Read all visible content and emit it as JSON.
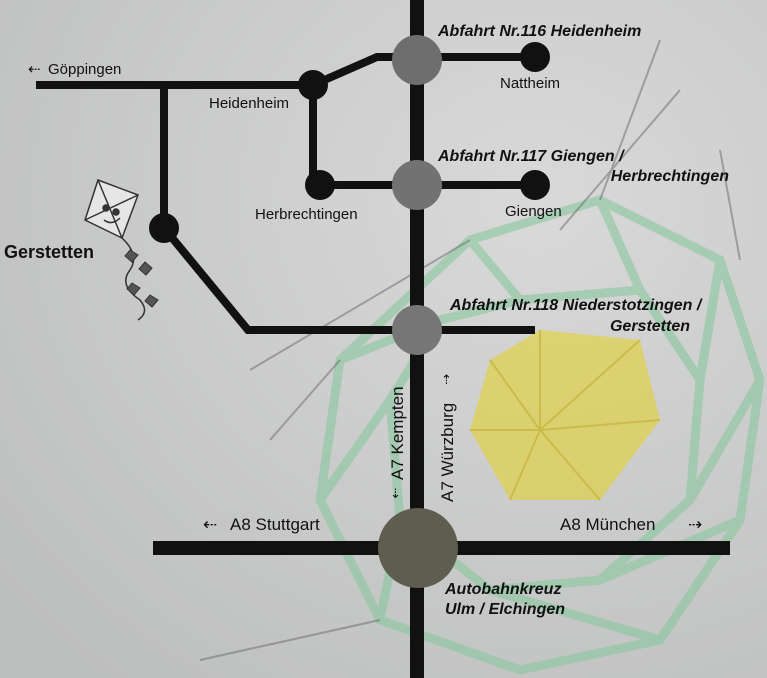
{
  "places": {
    "goppingen": "Göppingen",
    "heidenheim": "Heidenheim",
    "nattheim": "Nattheim",
    "herbrechtingen": "Herbrechtingen",
    "giengen": "Giengen",
    "gerstetten": "Gerstetten"
  },
  "exits": {
    "exit116": "Abfahrt Nr.116 Heidenheim",
    "exit117_line1": "Abfahrt Nr.117 Giengen /",
    "exit117_line2": "Herbrechtingen",
    "exit118_line1": "Abfahrt Nr.118 Niederstotzingen /",
    "exit118_line2": "Gerstetten",
    "kreuz_line1": "Autobahnkreuz",
    "kreuz_line2": "Ulm / Elchingen"
  },
  "directions": {
    "a7_south": "A7 Kempten",
    "a7_north": "A7 Würzburg",
    "a8_west": "A8 Stuttgart",
    "a8_east": "A8 München"
  },
  "colors": {
    "road": "#111111",
    "junction": "#6e6e6e",
    "background": "#d0d1d1",
    "kite_yellow": "#e2d13a",
    "kite_green": "#7fc79a"
  }
}
